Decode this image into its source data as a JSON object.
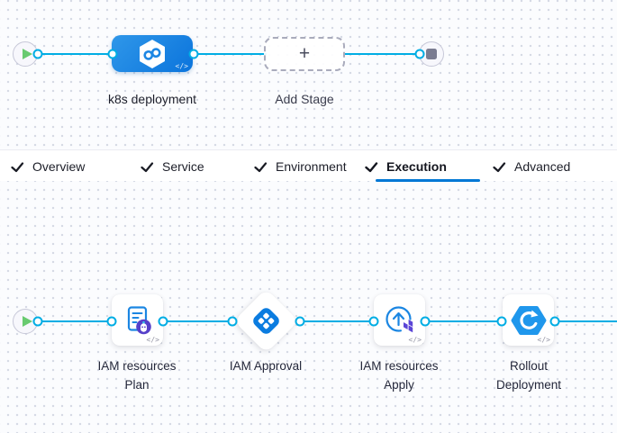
{
  "canvas": {
    "code_chip": "</>",
    "plus": "+"
  },
  "stage_graph": {
    "stage_label": "k8s deployment",
    "add_stage_label": "Add Stage"
  },
  "tabs": {
    "items": [
      {
        "label": "Overview",
        "active": false
      },
      {
        "label": "Service",
        "active": false
      },
      {
        "label": "Environment",
        "active": false
      },
      {
        "label": "Execution",
        "active": true
      },
      {
        "label": "Advanced",
        "active": false
      }
    ]
  },
  "execution_graph": {
    "steps": [
      {
        "type": "terraform-plan-step",
        "lines": [
          "IAM resources",
          "Plan"
        ]
      },
      {
        "type": "harness-approval-step",
        "lines": [
          "IAM Approval"
        ]
      },
      {
        "type": "terraform-apply-step",
        "lines": [
          "IAM resources",
          "Apply"
        ]
      },
      {
        "type": "k8s-rollout-step",
        "lines": [
          "Rollout",
          "Deployment"
        ]
      }
    ]
  },
  "colors": {
    "edge_blue": "#00ade4",
    "stage_blue_start": "#2f97e9",
    "stage_blue_end": "#0b74dc",
    "tab_underline_blue": "#0278d5",
    "play_green": "#68ca6f",
    "plan_badge_purple": "#5640c9",
    "terraform_purple": "#5b45d6",
    "approval_blue": "#0b7ce0",
    "end_square_gray": "#7a7c91"
  }
}
